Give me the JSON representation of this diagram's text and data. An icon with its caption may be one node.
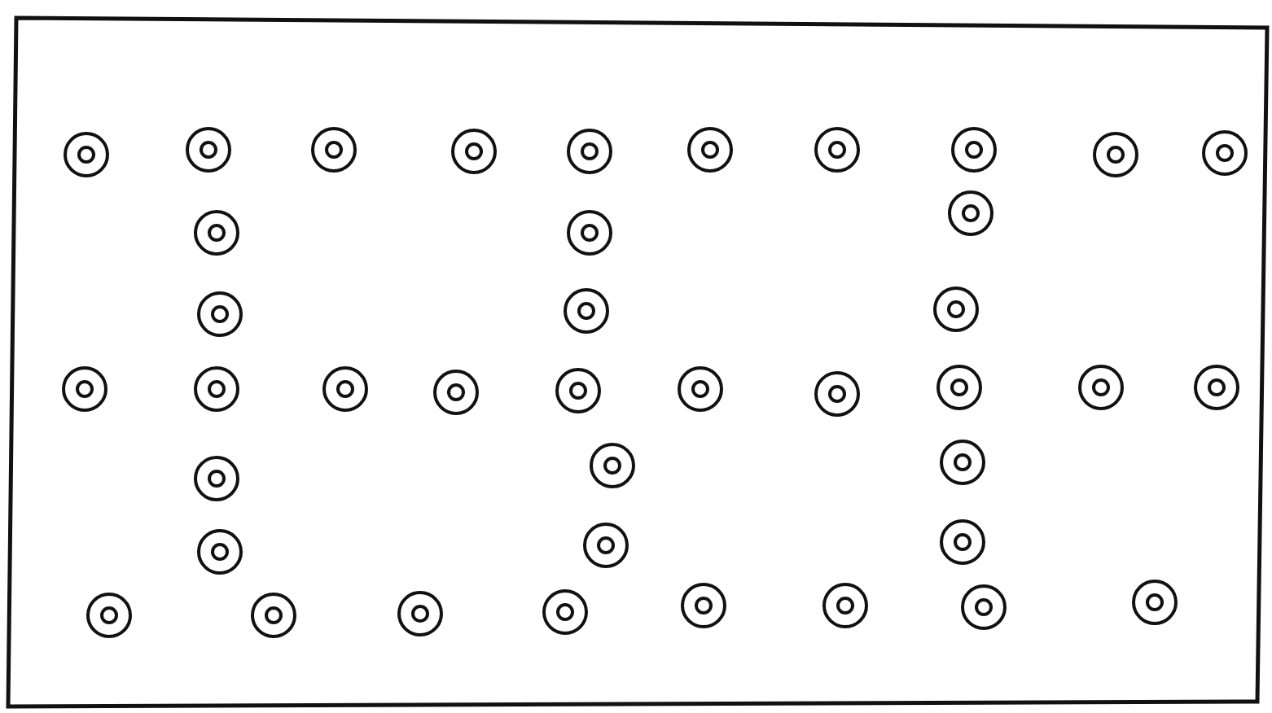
{
  "diagram": {
    "nodes": [
      {
        "text": [],
        "shape": "box"
      },
      {
        "text": [],
        "shape": "circle",
        "in": 0
      },
      {
        "text": [],
        "shape": "circle",
        "in": 0
      },
      {
        "text": [],
        "shape": "circle",
        "in": 0
      },
      {
        "text": [],
        "shape": "circle",
        "in": 0
      },
      {
        "text": [],
        "shape": "circle",
        "in": 0
      },
      {
        "text": [],
        "shape": "circle",
        "in": 0
      },
      {
        "text": [],
        "shape": "circle",
        "in": 0
      },
      {
        "text": [],
        "shape": "circle",
        "in": 0
      },
      {
        "text": [],
        "shape": "circle",
        "in": 0
      },
      {
        "text": [],
        "shape": "circle",
        "in": 0
      },
      {
        "text": [],
        "shape": "circle",
        "in": 0
      },
      {
        "text": [],
        "shape": "circle",
        "in": 0
      },
      {
        "text": [],
        "shape": "circle",
        "in": 0
      },
      {
        "text": [],
        "shape": "circle",
        "in": 0
      },
      {
        "text": [],
        "shape": "circle",
        "in": 0
      },
      {
        "text": [],
        "shape": "circle",
        "in": 0
      },
      {
        "text": [],
        "shape": "circle",
        "in": 0
      },
      {
        "text": [],
        "shape": "circle",
        "in": 0
      },
      {
        "text": [],
        "shape": "circle",
        "in": 0
      },
      {
        "text": [],
        "shape": "circle",
        "in": 0
      },
      {
        "text": [],
        "shape": "circle",
        "in": 0
      },
      {
        "text": [],
        "shape": "circle",
        "in": 0
      },
      {
        "text": [],
        "shape": "circle",
        "in": 0
      },
      {
        "text": [],
        "shape": "circle",
        "in": 0
      },
      {
        "text": [],
        "shape": "circle",
        "in": 0
      },
      {
        "text": [],
        "shape": "circle",
        "in": 0
      },
      {
        "text": [],
        "shape": "circle",
        "in": 0
      },
      {
        "text": [],
        "shape": "circle",
        "in": 0
      },
      {
        "text": [],
        "shape": "circle",
        "in": 0
      },
      {
        "text": [],
        "shape": "circle",
        "in": 0
      },
      {
        "text": [],
        "shape": "circle",
        "in": 0
      },
      {
        "text": [],
        "shape": "circle",
        "in": 0
      },
      {
        "text": [],
        "shape": "circle",
        "in": 0
      },
      {
        "text": [],
        "shape": "circle",
        "in": 0
      },
      {
        "text": [],
        "shape": "circle",
        "in": 0
      },
      {
        "text": [],
        "shape": "circle",
        "in": 0
      },
      {
        "text": [],
        "shape": "circle",
        "in": 0
      },
      {
        "text": [],
        "shape": "circle",
        "in": 0
      },
      {
        "text": [],
        "shape": "circle",
        "in": 0
      },
      {
        "text": [],
        "shape": "circle",
        "in": 0
      }
    ]
  }
}
